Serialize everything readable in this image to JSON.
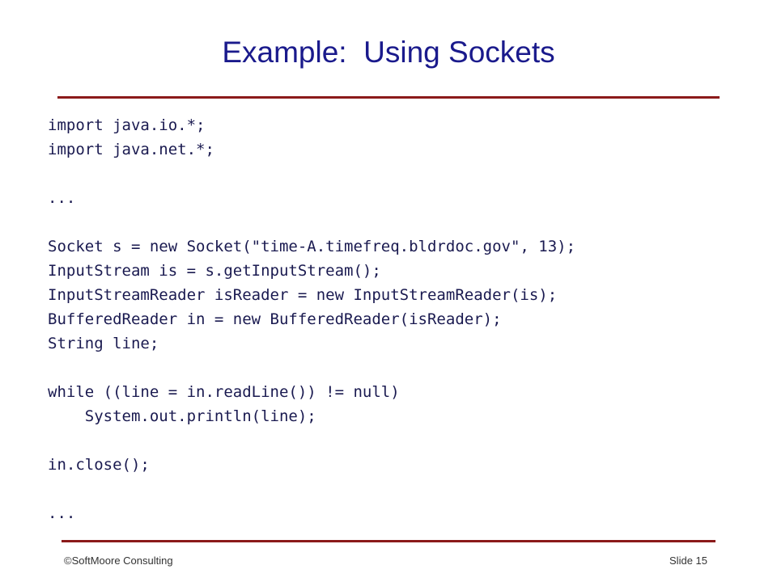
{
  "slide": {
    "title": "Example:  Using Sockets",
    "code_lines": [
      "import java.io.*;",
      "import java.net.*;",
      "",
      "...",
      "",
      "Socket s = new Socket(\"time-A.timefreq.bldrdoc.gov\", 13);",
      "InputStream is = s.getInputStream();",
      "InputStreamReader isReader = new InputStreamReader(is);",
      "BufferedReader in = new BufferedReader(isReader);",
      "String line;",
      "",
      "while ((line = in.readLine()) != null)",
      "    System.out.println(line);",
      "",
      "in.close();",
      "",
      "..."
    ],
    "footer_left": "©SoftMoore Consulting",
    "footer_right": "Slide 15"
  },
  "colors": {
    "title": "#1a1a8c",
    "rule": "#8b1a1a",
    "code": "#1a1a50"
  }
}
